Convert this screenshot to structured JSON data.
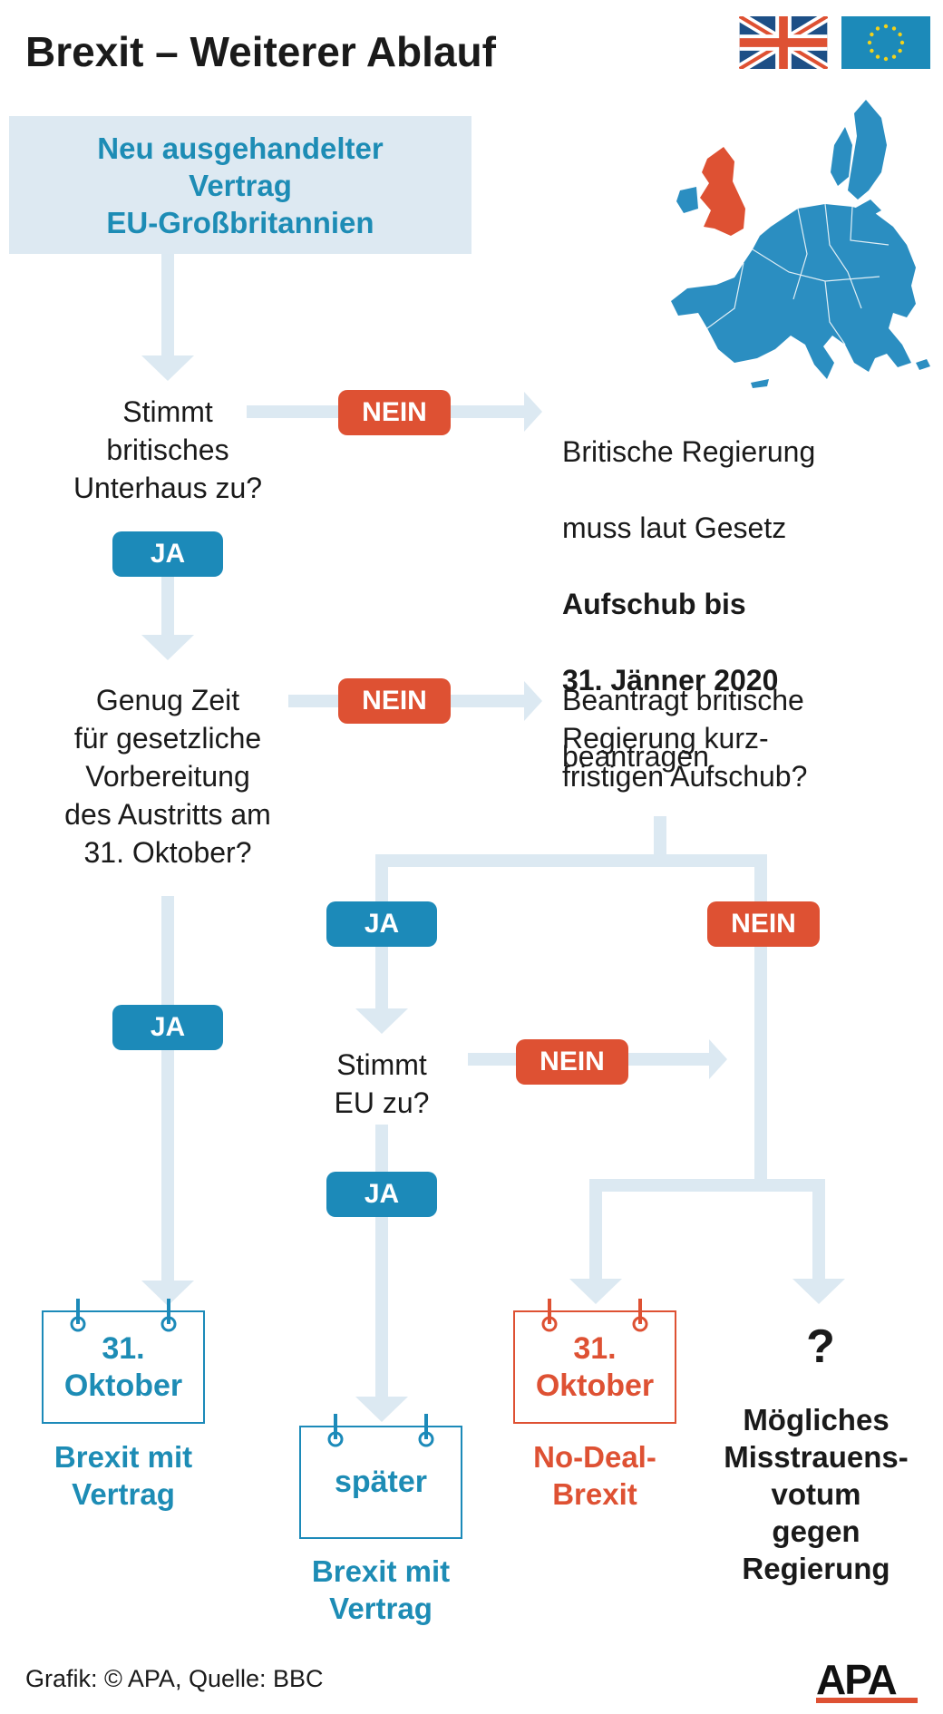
{
  "title": "Brexit – Weiterer Ablauf",
  "start": "Neu ausgehandelter\nVertrag\nEU-Großbritannien",
  "questions": {
    "q1": "Stimmt\nbritisches\nUnterhaus zu?",
    "q2": "Genug Zeit\nfür gesetzliche\nVorbereitung\ndes Austritts am\n31. Oktober?",
    "q3": "Beantragt britische\nRegierung kurz-\nfristigen Aufschub?",
    "q4": "Stimmt\nEU zu?"
  },
  "result1": {
    "line1": "Britische Regierung",
    "line2": "muss laut Gesetz",
    "bold1": "Aufschub bis",
    "bold2": "31. Jänner 2020",
    "line3": "beantragen"
  },
  "labels": {
    "yes": "JA",
    "no": "NEIN"
  },
  "calendars": {
    "c1": "31.\nOktober",
    "c2": "später",
    "c3": "31.\nOktober"
  },
  "outcomes": {
    "o1": "Brexit mit\nVertrag",
    "o2": "Brexit mit\nVertrag",
    "o3": "No-Deal-\nBrexit",
    "o4": "Mögliches\nMisstrauens-\nvotum\ngegen\nRegierung"
  },
  "question_mark": "?",
  "credit": "Grafik: © APA, Quelle: BBC",
  "logo": "APA",
  "icons": [
    "uk-flag-icon",
    "eu-flag-icon",
    "europe-map-icon",
    "calendar-icon"
  ],
  "colors": {
    "blue": "#1c8ab9",
    "red": "#de5133",
    "connector": "#dce9f2",
    "startbox": "#dde9f2",
    "map": "#2b8ec1"
  }
}
